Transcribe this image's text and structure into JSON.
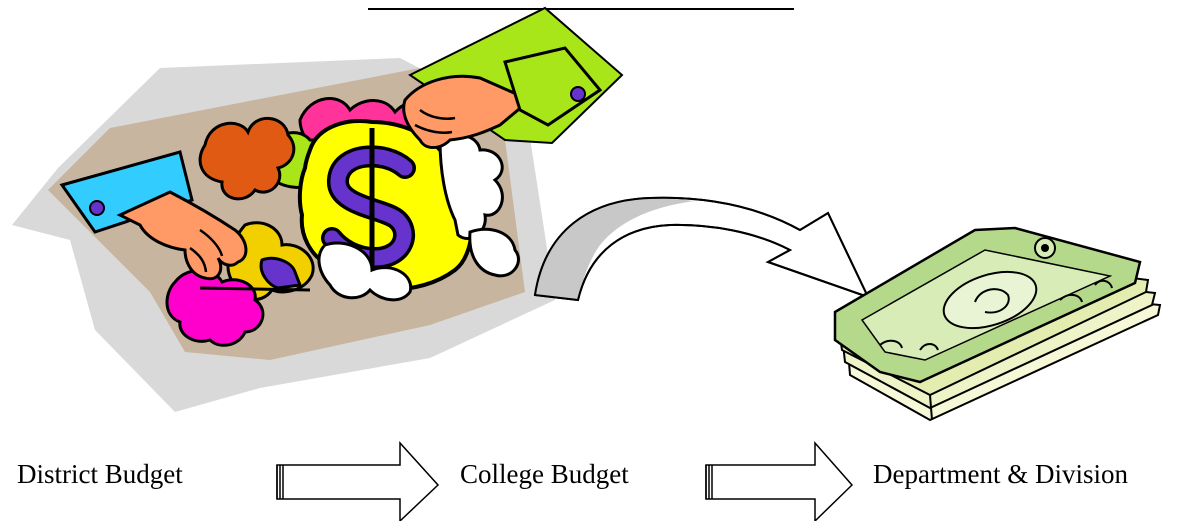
{
  "flow": {
    "steps": [
      "District Budget",
      "College Budget",
      "Department & Division"
    ]
  },
  "images": {
    "left": "puzzle-money-hands-icon",
    "right": "cash-stack-icon"
  },
  "colors": {
    "puzzle_backdrop": "#d9d9d9",
    "puzzle_board": "#c8b59f",
    "dollar_piece": "#ffff00",
    "dollar_sign": "#6633cc",
    "red_piece": "#e05a14",
    "magenta_piece": "#ff00cc",
    "pink_piece": "#ff3399",
    "green_piece": "#a8e61a",
    "cyan_cuff": "#33ccff",
    "skin": "#ff9966",
    "curved_arrow": "#c8c8c8",
    "money": "#b4d98a"
  }
}
